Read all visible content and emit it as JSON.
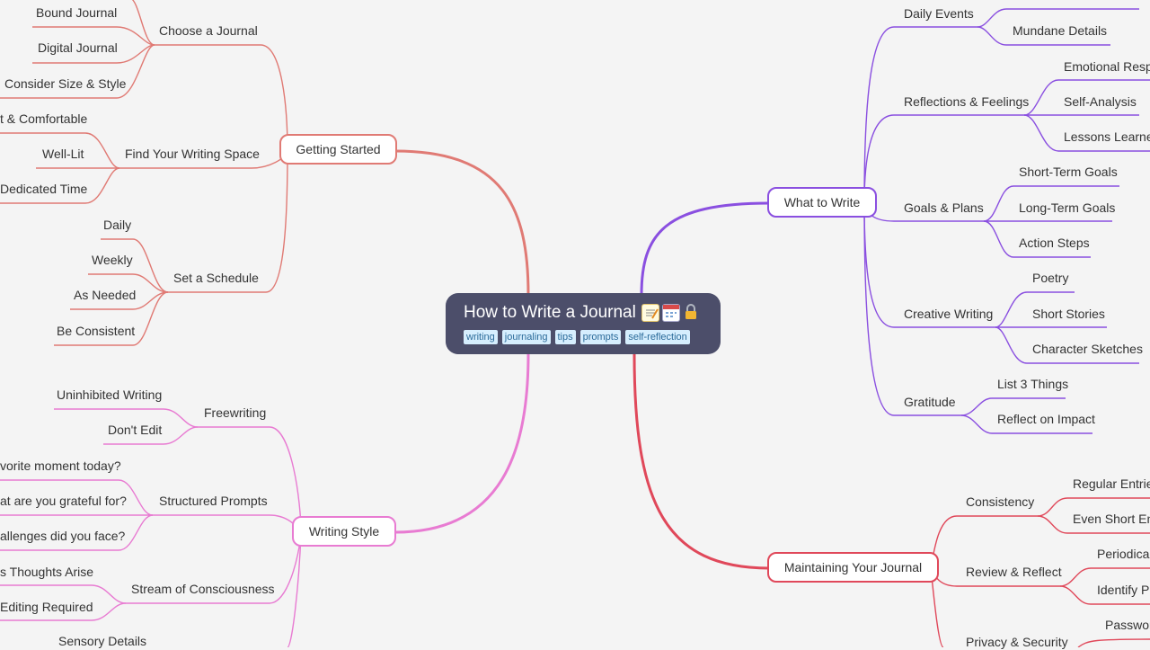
{
  "central": {
    "title": "How to Write a Journal",
    "icons": [
      "memo-icon",
      "calendar-icon",
      "lock-icon"
    ],
    "tags": [
      "writing",
      "journaling",
      "tips",
      "prompts",
      "self-reflection"
    ]
  },
  "branches": {
    "getting_started": {
      "label": "Getting Started",
      "color": "#e07a74",
      "children": {
        "choose_journal": {
          "label": "Choose a Journal",
          "items": [
            "Bound Journal",
            "Digital Journal",
            "Consider Size & Style"
          ]
        },
        "writing_space": {
          "label": "Find Your Writing Space",
          "items": [
            "t & Comfortable",
            "Well-Lit",
            "Dedicated Time"
          ]
        },
        "schedule": {
          "label": "Set a Schedule",
          "items": [
            "Daily",
            "Weekly",
            "As Needed",
            "Be Consistent"
          ]
        }
      }
    },
    "writing_style": {
      "label": "Writing Style",
      "color": "#e87bd2",
      "children": {
        "freewriting": {
          "label": "Freewriting",
          "items": [
            "Uninhibited Writing",
            "Don't Edit"
          ]
        },
        "prompts": {
          "label": "Structured Prompts",
          "items": [
            "vorite moment today?",
            "at are you grateful for?",
            "allenges did you face?"
          ]
        },
        "stream": {
          "label": "Stream of Consciousness",
          "items": [
            "s Thoughts Arise",
            "Editing Required"
          ]
        },
        "sensory": {
          "items": [
            "Sensory Details"
          ]
        }
      }
    },
    "what_to_write": {
      "label": "What to Write",
      "color": "#8a4fe0",
      "children": {
        "daily_events": {
          "label": "Daily Events",
          "items": [
            "Mundane Details"
          ]
        },
        "reflections": {
          "label": "Reflections & Feelings",
          "items": [
            "Emotional Respo",
            "Self-Analysis",
            "Lessons Learned"
          ]
        },
        "goals": {
          "label": "Goals & Plans",
          "items": [
            "Short-Term Goals",
            "Long-Term Goals",
            "Action Steps"
          ]
        },
        "creative": {
          "label": "Creative Writing",
          "items": [
            "Poetry",
            "Short Stories",
            "Character Sketches"
          ]
        },
        "gratitude": {
          "label": "Gratitude",
          "items": [
            "List 3 Things",
            "Reflect on Impact"
          ]
        }
      }
    },
    "maintaining": {
      "label": "Maintaining Your Journal",
      "color": "#e0485a",
      "children": {
        "consistency": {
          "label": "Consistency",
          "items": [
            "Regular Entrie",
            "Even Short Ent"
          ]
        },
        "review": {
          "label": "Review & Reflect",
          "items": [
            "Periodical",
            "Identify Pa"
          ]
        },
        "privacy": {
          "label": "Privacy & Security",
          "items": [
            "Passwor"
          ]
        }
      }
    }
  }
}
